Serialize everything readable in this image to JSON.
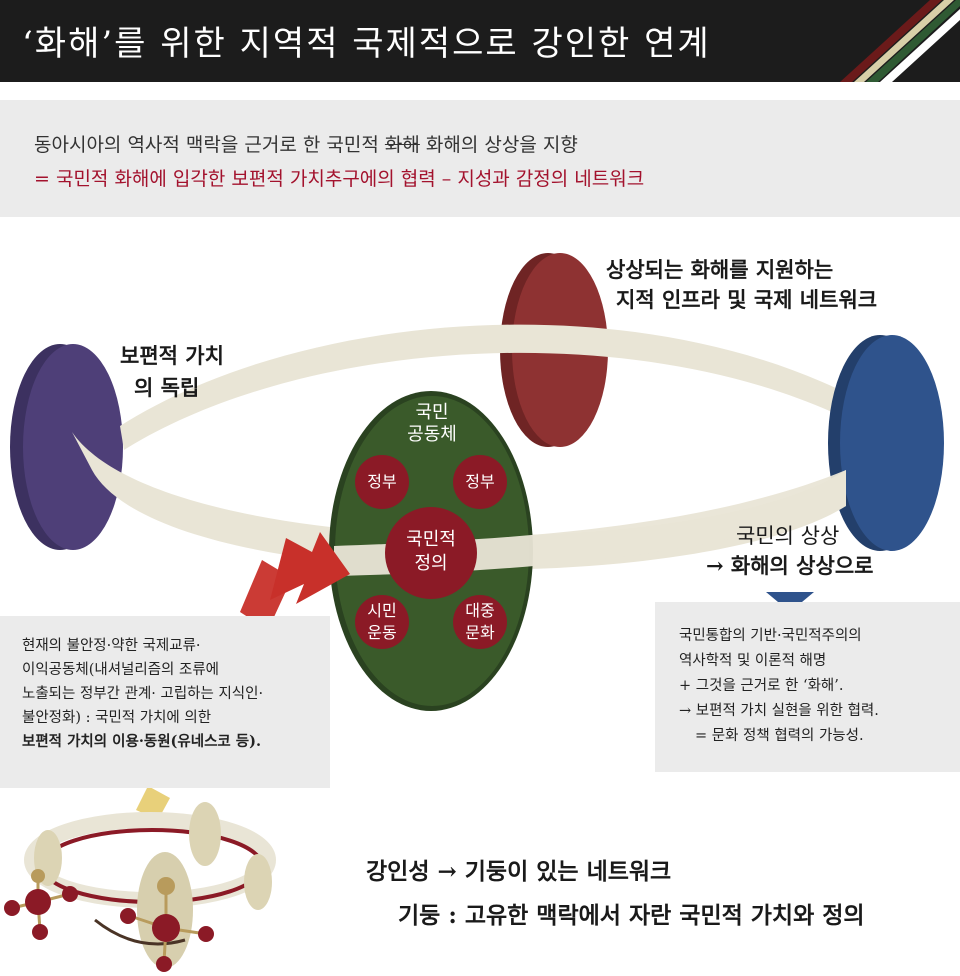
{
  "header": {
    "title": "‘화해’를 위한 지역적 국제적으로 강인한 연계"
  },
  "summary": {
    "line1_prefix": "동아시아의 역사적 맥락을 근거로 한 국민적 ",
    "line1_struck": "화해",
    "line1_suffix": " 화해의 상상을 지향",
    "line2": "= 국민적 화해에 입각한 보편적 가치추구에의 협력 – 지성과 감정의 네트워크"
  },
  "diagram": {
    "left_pillar_label": [
      "보편적 가치",
      "의 독립"
    ],
    "top_pillar_label": [
      "상상되는 화해를 지원하는",
      "지적 인프라 및 국제 네트워크"
    ],
    "right_pillar_label": [
      "국민의 상상",
      "→ 화해의 상상으로"
    ],
    "community": {
      "title": [
        "국민",
        "공동체"
      ],
      "center": [
        "국민적",
        "정의"
      ],
      "top_left": "정부",
      "top_right": "정부",
      "bottom_left": [
        "시민",
        "운동"
      ],
      "bottom_right": [
        "대중",
        "문화"
      ]
    }
  },
  "left_box": {
    "lines": [
      "현재의 불안정·약한 국제교류·",
      "이익공동체(내셔널리즘의 조류에",
      "노출되는 정부간 관계· 고립하는 지식인·",
      "불안정화) : 국민적 가치에 의한"
    ],
    "bold_line": "보편적 가치의 이용·동원(유네스코 등)."
  },
  "right_box": {
    "lines": [
      "국민통합의 기반·국민적주의의",
      "역사학적 및 이론적 해명",
      "+ 그것을 근거로 한 ‘화해’.",
      "→ 보편적 가치 실현을 위한 협력.",
      "= 문화 정책 협력의 가능성."
    ]
  },
  "bottom": {
    "line1": "강인성 → 기둥이 있는 네트워크",
    "line2": "기둥 : 고유한 맥락에서 자란 국민적 가치와 정의"
  },
  "colors": {
    "header_bg": "#1c1c1c",
    "accent_red": "#a3122d",
    "ring": "#e9e5d6",
    "left_pillar": "#4e3f78",
    "top_pillar": "#8e3232",
    "right_pillar": "#2f538c",
    "community": "#3a5a2a",
    "node": "#8b1a26"
  }
}
